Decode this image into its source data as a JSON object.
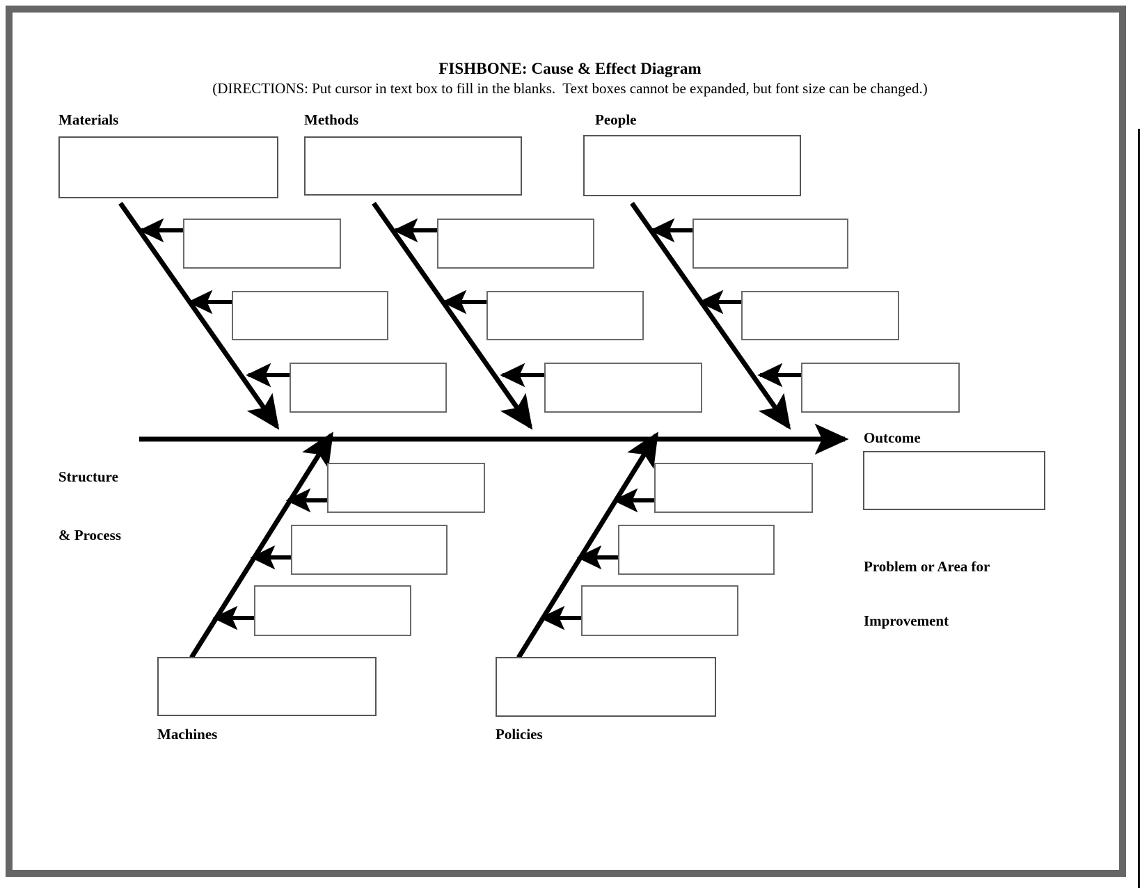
{
  "document": {
    "title": "FISHBONE: Cause & Effect Diagram",
    "directions": "(DIRECTIONS: Put cursor in text box to fill in the blanks.  Text boxes cannot be expanded, but font size can be changed.)"
  },
  "colors": {
    "page_frame": "#666666",
    "box_border": "#555555",
    "bone_stroke": "#000000",
    "text": "#000000",
    "background": "#ffffff"
  },
  "spine": {
    "left_label": "Structure\n& Process",
    "left_label_line1": "Structure",
    "left_label_line2": "& Process",
    "right_label": "Outcome",
    "outcome_caption_line1": "Problem or Area for",
    "outcome_caption_line2": "Improvement"
  },
  "categories": {
    "top": [
      {
        "id": "materials",
        "label": "Materials",
        "cause_boxes": [
          "",
          "",
          ""
        ]
      },
      {
        "id": "methods",
        "label": "Methods",
        "cause_boxes": [
          "",
          "",
          ""
        ]
      },
      {
        "id": "people",
        "label": "People",
        "cause_boxes": [
          "",
          "",
          ""
        ]
      }
    ],
    "bottom": [
      {
        "id": "machines",
        "label": "Machines",
        "cause_boxes": [
          "",
          "",
          ""
        ]
      },
      {
        "id": "policies",
        "label": "Policies",
        "cause_boxes": [
          "",
          "",
          ""
        ]
      }
    ]
  },
  "text_boxes": {
    "materials_header": "",
    "methods_header": "",
    "people_header": "",
    "machines_footer": "",
    "policies_footer": "",
    "outcome_box": "",
    "materials_cause_1": "",
    "materials_cause_2": "",
    "materials_cause_3": "",
    "methods_cause_1": "",
    "methods_cause_2": "",
    "methods_cause_3": "",
    "people_cause_1": "",
    "people_cause_2": "",
    "people_cause_3": "",
    "machines_cause_1": "",
    "machines_cause_2": "",
    "machines_cause_3": "",
    "policies_cause_1": "",
    "policies_cause_2": "",
    "policies_cause_3": ""
  }
}
